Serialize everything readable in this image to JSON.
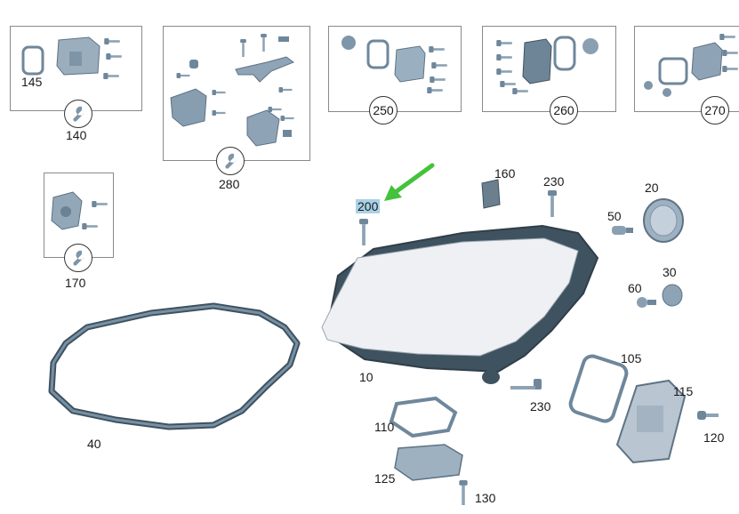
{
  "labels": {
    "l145": "145",
    "l140": "140",
    "l280": "280",
    "l250": "250",
    "l260": "260",
    "l270": "270",
    "l170": "170",
    "l160": "160",
    "l230a": "230",
    "l200": "200",
    "l20": "20",
    "l50": "50",
    "l30": "30",
    "l60": "60",
    "l10": "10",
    "l105": "105",
    "l115": "115",
    "l230b": "230",
    "l110": "110",
    "l40": "40",
    "l120": "120",
    "l125": "125",
    "l130": "130"
  },
  "colors": {
    "part_blue": "#7f98ad",
    "part_dark": "#3f5260",
    "lens": "#eef0f3",
    "highlight": "#a9d1e6",
    "arrow": "#43c23a"
  },
  "icons": [
    "wrench-icon",
    "arrow-icon"
  ]
}
